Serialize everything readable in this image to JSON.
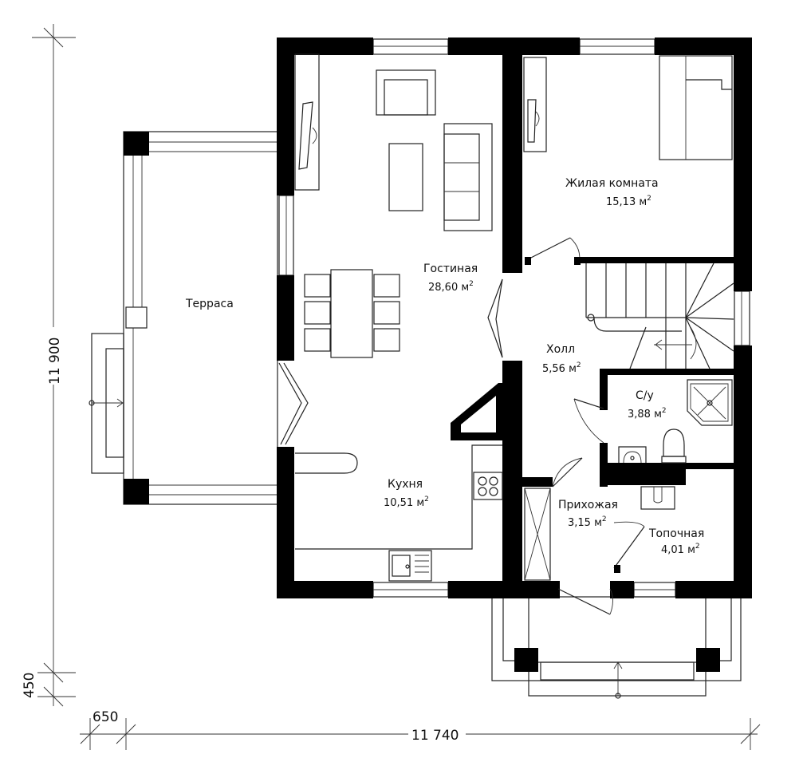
{
  "rooms": {
    "terrace": {
      "name": "Терраса"
    },
    "living": {
      "name": "Гостиная",
      "area": "28,60 м",
      "unit_exp": "2"
    },
    "bedroom": {
      "name": "Жилая комната",
      "area": "15,13 м",
      "unit_exp": "2"
    },
    "hall": {
      "name": "Холл",
      "area": "5,56 м",
      "unit_exp": "2"
    },
    "bath": {
      "name": "С/у",
      "area": "3,88 м",
      "unit_exp": "2"
    },
    "kitchen": {
      "name": "Кухня",
      "area": "10,51 м",
      "unit_exp": "2"
    },
    "entry": {
      "name": "Прихожая",
      "area": "3,15 м",
      "unit_exp": "2"
    },
    "boiler": {
      "name": "Топочная",
      "area": "4,01 м",
      "unit_exp": "2"
    }
  },
  "dimensions": {
    "total_height": "11 900",
    "porch_depth": "450",
    "terrace_offset": "650",
    "total_width": "11 740"
  }
}
